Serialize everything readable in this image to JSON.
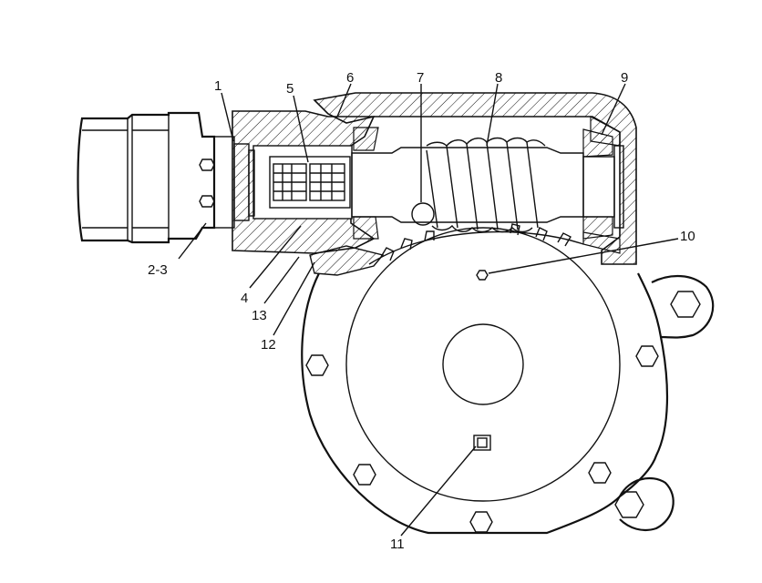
{
  "labels": {
    "l1": "1",
    "l23": "2-3",
    "l4": "4",
    "l5": "5",
    "l6": "6",
    "l7": "7",
    "l8": "8",
    "l9": "9",
    "l10": "10",
    "l11": "11",
    "l12": "12",
    "l13": "13"
  },
  "colors": {
    "ink": "#111111",
    "paper": "#ffffff"
  }
}
